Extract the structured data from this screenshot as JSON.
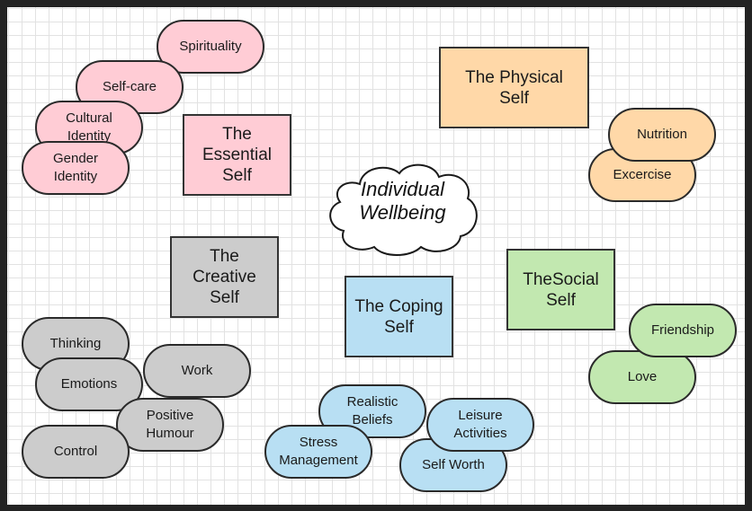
{
  "diagram": {
    "center": {
      "label": "Individual\nWellbeing",
      "shape": "cloud"
    },
    "colors": {
      "essential": "#FFCCD5",
      "physical": "#FFD8A8",
      "social": "#C2E8B0",
      "coping": "#B8DFF3",
      "creative": "#CCCCCC",
      "outline": "#333333"
    },
    "groups": {
      "essential": {
        "title": "The\nEssential\nSelf",
        "items": [
          "Spirituality",
          "Self-care",
          "Cultural\nIdentity",
          "Gender\nIdentity"
        ]
      },
      "physical": {
        "title": "The Physical\nSelf",
        "items": [
          "Nutrition",
          "Excercise"
        ]
      },
      "social": {
        "title": "TheSocial\nSelf",
        "items": [
          "Friendship",
          "Love"
        ]
      },
      "coping": {
        "title": "The Coping\nSelf",
        "items": [
          "Realistic\nBeliefs",
          "Leisure\nActivities",
          "Stress\nManagement",
          "Self Worth"
        ]
      },
      "creative": {
        "title": "The\nCreative\nSelf",
        "items": [
          "Thinking",
          "Emotions",
          "Work",
          "Positive\nHumour",
          "Control"
        ]
      }
    }
  }
}
